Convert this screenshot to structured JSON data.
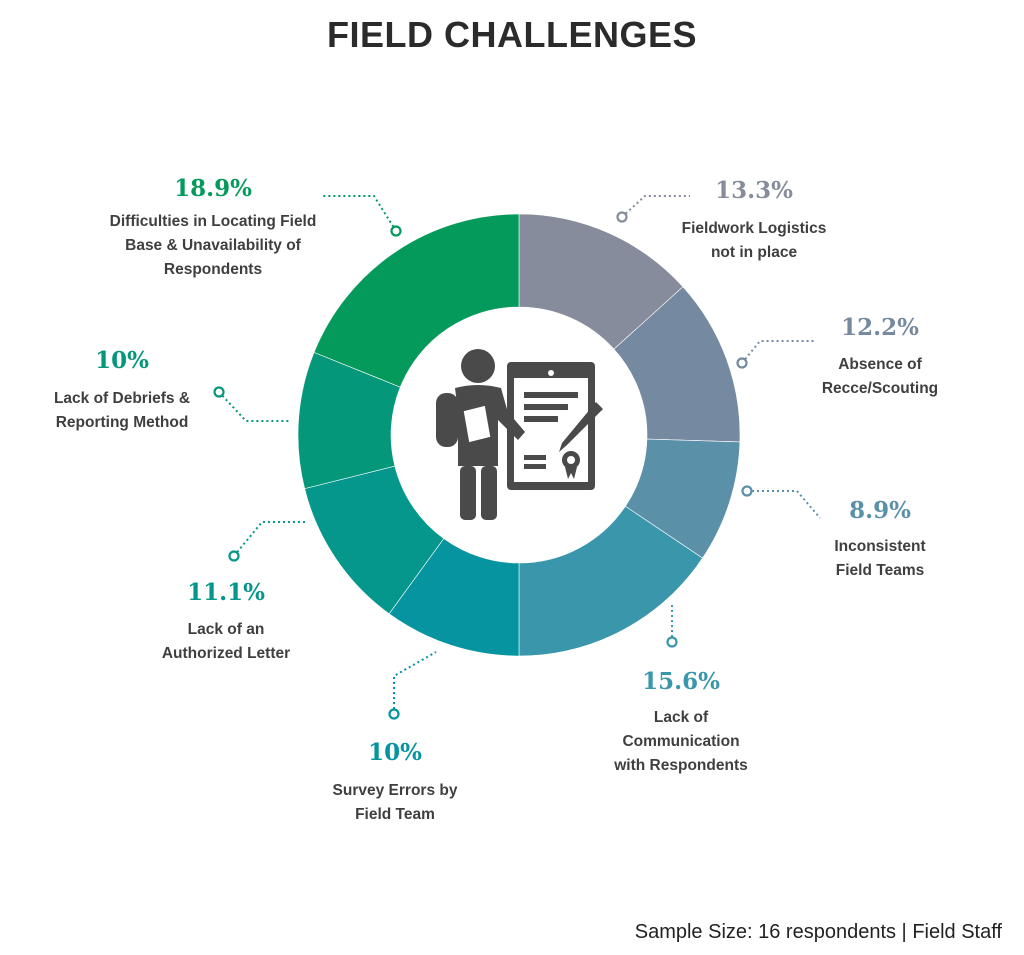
{
  "title": "FIELD CHALLENGES",
  "footer": "Sample Size: 16 respondents | Field Staff",
  "icon": "teacher-presenting-certificate-icon",
  "chart_data": {
    "type": "pie",
    "title": "FIELD CHALLENGES",
    "unit": "%",
    "categories": [
      "Fieldwork Logistics not in place",
      "Absence of Recce/Scouting",
      "Inconsistent Field Teams",
      "Lack of Communication with Respondents",
      "Survey Errors by Field Team",
      "Lack of an Authorized Letter",
      "Lack of Debriefs & Reporting Method",
      "Difficulties in Locating Field Base & Unavailability of Respondents"
    ],
    "values": [
      13.3,
      12.2,
      8.9,
      15.6,
      10,
      11.1,
      10,
      18.9
    ],
    "value_labels": [
      "13.3%",
      "12.2%",
      "8.9%",
      "15.6%",
      "10%",
      "11.1%",
      "10%",
      "18.9%"
    ],
    "label_lines": [
      [
        "Fieldwork Logistics",
        "not in place"
      ],
      [
        "Absence of",
        "Recce/Scouting"
      ],
      [
        "Inconsistent",
        "Field Teams"
      ],
      [
        "Lack of",
        "Communication",
        "with Respondents"
      ],
      [
        "Survey Errors by",
        "Field Team"
      ],
      [
        "Lack of an",
        "Authorized Letter"
      ],
      [
        "Lack of Debriefs &",
        "Reporting Method"
      ],
      [
        "Difficulties in Locating Field",
        "Base & Unavailability of",
        "Respondents"
      ]
    ],
    "colors": [
      "#868c9b",
      "#7589a0",
      "#5b91a8",
      "#3a96ab",
      "#0594a0",
      "#05968c",
      "#05977a",
      "#049a5c"
    ],
    "label_colors": [
      "#868c9b",
      "#7589a0",
      "#5b91a8",
      "#3a96ab",
      "#0594a0",
      "#05968c",
      "#05977a",
      "#049a5c"
    ],
    "start_angle": "12 o'clock",
    "direction": "clockwise",
    "donut": true
  }
}
